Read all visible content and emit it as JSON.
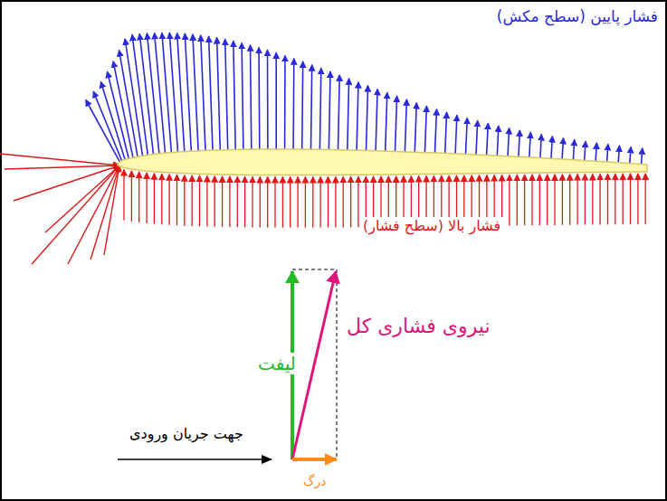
{
  "diagram": {
    "labels": [
      "فشار پایین (سطح مکش)",
      "فشار بالا (سطح فشار)",
      "نیروی فشاری کل",
      "لیفت",
      "جهت جریان ورودی",
      "درگ"
    ]
  }
}
